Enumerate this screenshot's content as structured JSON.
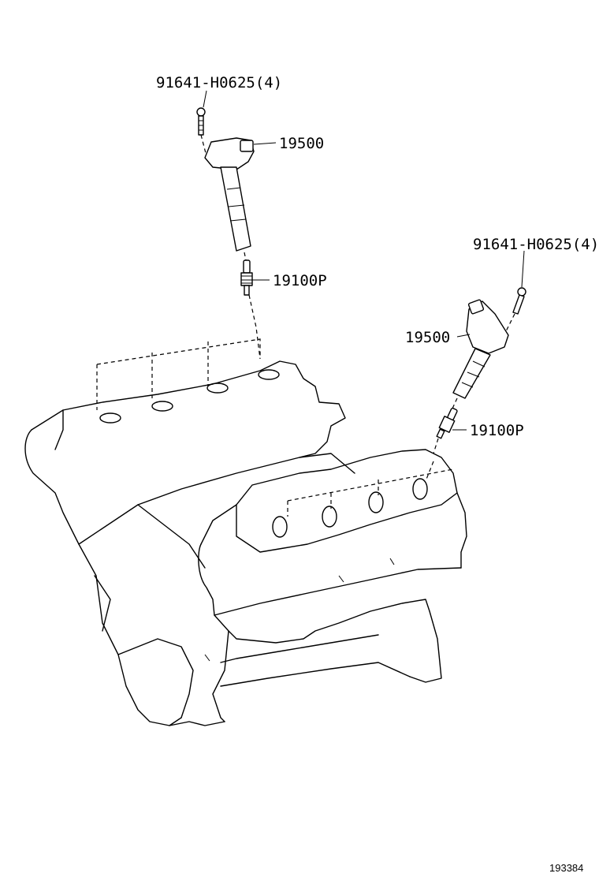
{
  "callouts": {
    "bolt_left": "91641-H0625(4)",
    "coil_left": "19500",
    "plug_left": "19100P",
    "bolt_right": "91641-H0625(4)",
    "coil_right": "19500",
    "plug_right": "19100P"
  },
  "figure_number": "193384"
}
